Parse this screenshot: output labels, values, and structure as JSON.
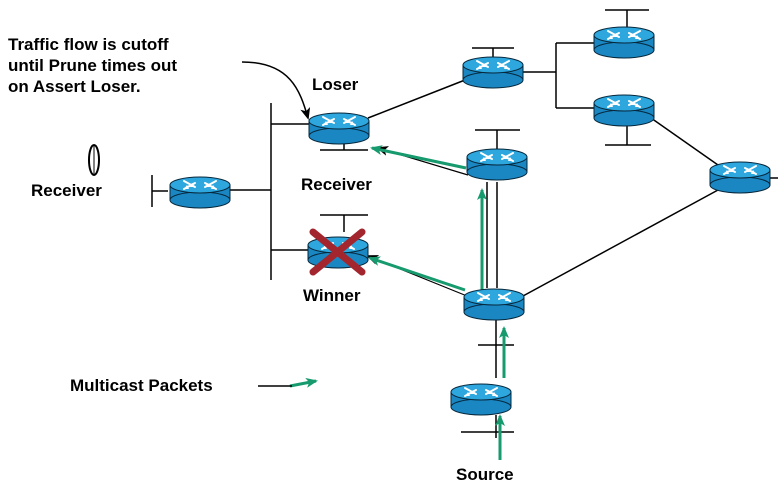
{
  "annotation": {
    "lines": [
      "Traffic flow is cutoff",
      "until Prune times out",
      "on Assert Loser."
    ]
  },
  "labels": {
    "loser": "Loser",
    "receiver_center": "Receiver",
    "winner": "Winner",
    "receiver_left": "Receiver",
    "multicast": "Multicast Packets",
    "source": "Source"
  },
  "colors": {
    "router_body": "#1a86c2",
    "router_top": "#2ea6de",
    "packet_arrow": "#169a6e",
    "x_mark": "#a3262e",
    "line": "#000000"
  },
  "icons": {
    "router": "router-icon",
    "receiver": "receiver-icon",
    "failed": "x-mark-icon"
  }
}
